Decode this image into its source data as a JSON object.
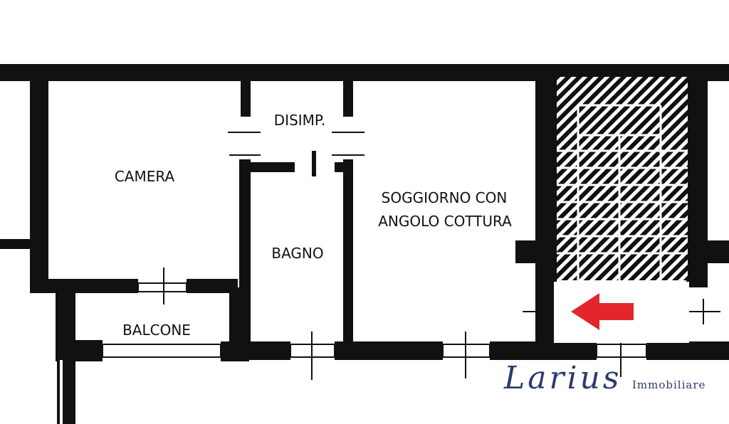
{
  "rooms": {
    "disimp": "DISIMP.",
    "camera": "CAMERA",
    "soggiorno_line1": "SOGGIORNO CON",
    "soggiorno_line2": "ANGOLO COTTURA",
    "bagno": "BAGNO",
    "balcone": "BALCONE"
  },
  "brand": {
    "name": "Larius",
    "tagline": "Immobiliare",
    "color": "#2b3a6e"
  },
  "marker": {
    "icon": "red-arrow-left-icon",
    "color": "#e3262b"
  },
  "colors": {
    "wall": "#111111",
    "background": "#ffffff"
  }
}
